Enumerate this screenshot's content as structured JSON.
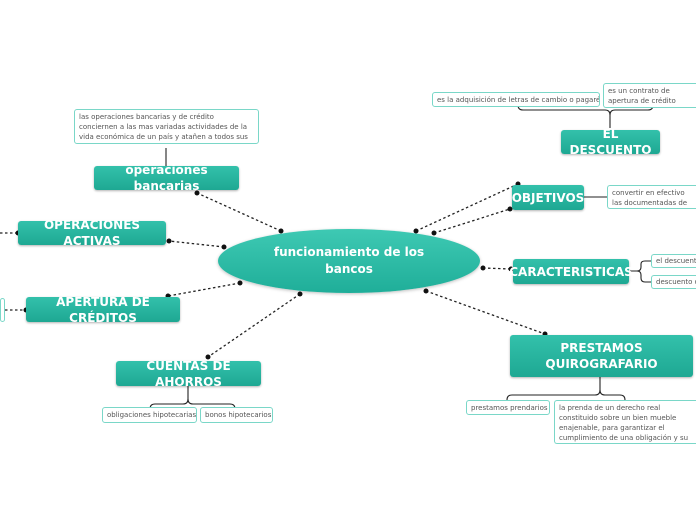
{
  "central": {
    "label": "funcionamiento de los bancos"
  },
  "nodes": {
    "operaciones_bancarias": "operaciones bancarias",
    "operaciones_activas": "OPERACIONES ACTIVAS",
    "apertura_creditos": "APERTURA DE CRÉDITOS",
    "cuentas_ahorros": "CUENTAS DE AHORROS",
    "el_descuento": "EL DESCUENTO",
    "objetivos": "OBJETIVOS",
    "caracteristicas": "CARACTERISTICAS",
    "prestamos": "PRESTAMOS QUIROGRAFARIO"
  },
  "notes": {
    "operaciones_bancarias_text": "las operaciones bancarias y de crédito conciernen a las mas variadas actividades de la vida económica de un país y atañen a todos sus grupos sociales",
    "obligaciones": "obligaciones hipotecarias",
    "bonos": "bonos hipotecarios",
    "adquisicion": "es la adquisición de letras de cambio o pagarés.",
    "contrato": "es un contrato de apertura de crédito acreditante descontante o",
    "objetivos_text": "convertir en efectivo las documentadas de la clien",
    "caract_1": "el descuento",
    "caract_2": "descuento d",
    "prestamos_prendarios": "prestamos prendarios",
    "prenda": "la prenda de un derecho real constituido sobre un bien mueble enajenable, para garantizar el cumplimiento de una obligación y su preferencia en el pago."
  }
}
